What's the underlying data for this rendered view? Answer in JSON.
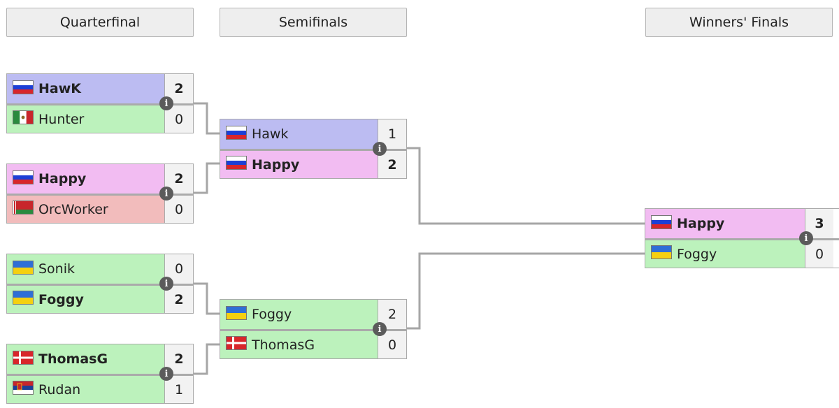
{
  "rounds": [
    "Quarterfinal",
    "Semifinals",
    "Winners' Finals"
  ],
  "colors": {
    "violet": "#bcbcf2",
    "pink": "#f2bcf2",
    "green": "#bcf2bc",
    "red": "#f2bcbc"
  },
  "quarterfinals": [
    {
      "p1": {
        "name": "HawK",
        "flag": "russia",
        "score": "2",
        "win": true,
        "color": "violet"
      },
      "p2": {
        "name": "Hunter",
        "flag": "mexico",
        "score": "0",
        "win": false,
        "color": "green"
      }
    },
    {
      "p1": {
        "name": "Happy",
        "flag": "russia",
        "score": "2",
        "win": true,
        "color": "pink"
      },
      "p2": {
        "name": "OrcWorker",
        "flag": "belarus",
        "score": "0",
        "win": false,
        "color": "red"
      }
    },
    {
      "p1": {
        "name": "Sonik",
        "flag": "ukraine",
        "score": "0",
        "win": false,
        "color": "green"
      },
      "p2": {
        "name": "Foggy",
        "flag": "ukraine",
        "score": "2",
        "win": true,
        "color": "green"
      }
    },
    {
      "p1": {
        "name": "ThomasG",
        "flag": "denmark",
        "score": "2",
        "win": true,
        "color": "green"
      },
      "p2": {
        "name": "Rudan",
        "flag": "serbia",
        "score": "1",
        "win": false,
        "color": "green"
      }
    }
  ],
  "semifinals": [
    {
      "p1": {
        "name": "Hawk",
        "flag": "russia",
        "score": "1",
        "win": false,
        "color": "violet"
      },
      "p2": {
        "name": "Happy",
        "flag": "russia",
        "score": "2",
        "win": true,
        "color": "pink"
      }
    },
    {
      "p1": {
        "name": "Foggy",
        "flag": "ukraine",
        "score": "2",
        "win": false,
        "color": "green"
      },
      "p2": {
        "name": "ThomasG",
        "flag": "denmark",
        "score": "0",
        "win": false,
        "color": "green"
      }
    }
  ],
  "final": {
    "p1": {
      "name": "Happy",
      "flag": "russia",
      "score": "3",
      "win": true,
      "color": "pink"
    },
    "p2": {
      "name": "Foggy",
      "flag": "ukraine",
      "score": "0",
      "win": false,
      "color": "green"
    }
  },
  "info_icon": "info-icon"
}
